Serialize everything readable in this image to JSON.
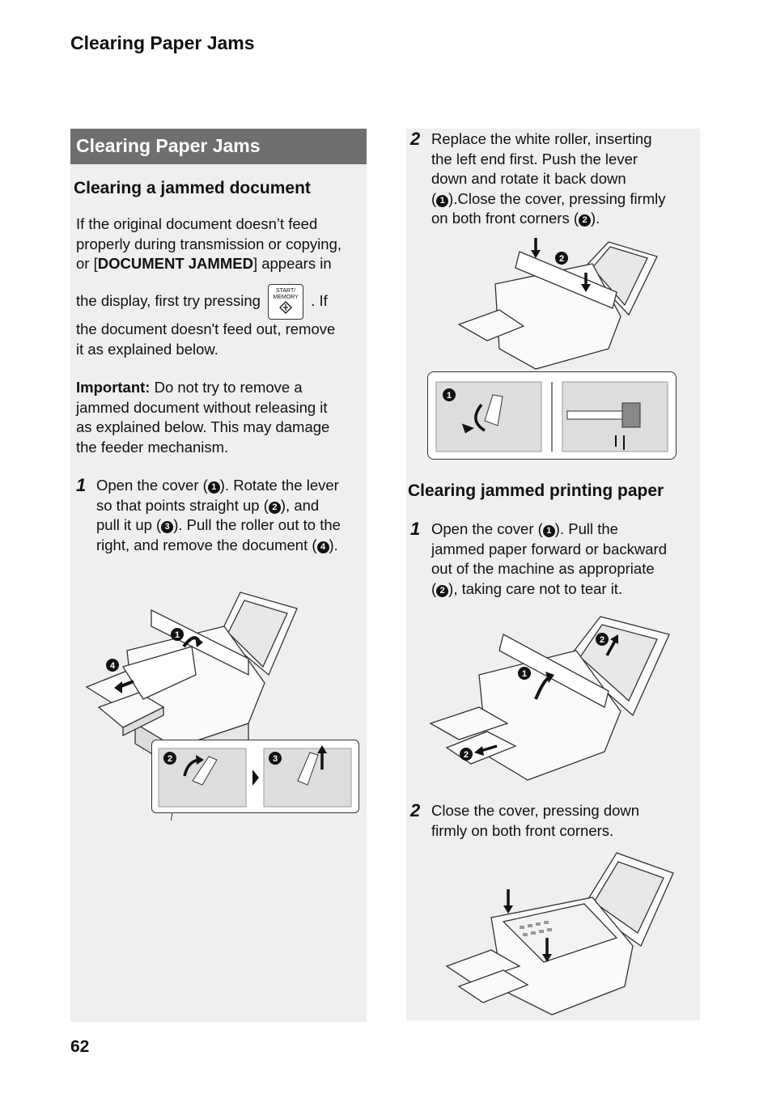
{
  "header": {
    "title": "Clearing Paper Jams"
  },
  "page_number": "62",
  "left": {
    "section_title": "Clearing Paper Jams",
    "subhead": "Clearing a jammed document",
    "intro_1": "If the original document doesn’t feed",
    "intro_2": "properly during transmission or copying,",
    "intro_3_pre": "or [",
    "intro_3_bold": "DOCUMENT JAMMED",
    "intro_3_post": "] appears in",
    "intro_4_pre": "the display, first try pressing",
    "intro_4_post": ". If",
    "intro_5": "the document doesn't feed out, remove",
    "intro_6": "it as explained below.",
    "important_label": "Important:",
    "important_1": " Do not try to remove a",
    "important_2": "jammed document without releasing it",
    "important_3": "as explained below. This may damage",
    "important_4": "the feeder mechanism.",
    "step1_num": "1",
    "step1_l1a": "Open the cover (",
    "step1_l1b": "). Rotate the lever",
    "step1_l2a": "so that points straight up (",
    "step1_l2b": "), and",
    "step1_l3a": "pull it up (",
    "step1_l3b": "). Pull the roller out to the",
    "step1_l4a": "right, and remove the document (",
    "step1_l4b": ")."
  },
  "key": {
    "label_line1": "START/",
    "label_line2": "MEMORY"
  },
  "right": {
    "step2_num": "2",
    "step2_l1": "Replace the white roller, inserting",
    "step2_l2": "the left end first. Push the lever",
    "step2_l3": "down and rotate it back down",
    "step2_l4a": "(",
    "step2_l4b": ").Close the cover, pressing firmly",
    "step2_l5a": "on both front corners (",
    "step2_l5b": ").",
    "subhead": "Clearing jammed printing paper",
    "p_step1_num": "1",
    "p_step1_l1a": "Open the cover (",
    "p_step1_l1b": "). Pull the",
    "p_step1_l2": "jammed paper forward or backward",
    "p_step1_l3": "out of the machine as appropriate",
    "p_step1_l4a": "(",
    "p_step1_l4b": "), taking care not to tear it.",
    "p_step2_num": "2",
    "p_step2_l1": "Close the cover, pressing down",
    "p_step2_l2": "firmly on both front corners."
  },
  "markers": {
    "m1": "1",
    "m2": "2",
    "m3": "3",
    "m4": "4"
  }
}
